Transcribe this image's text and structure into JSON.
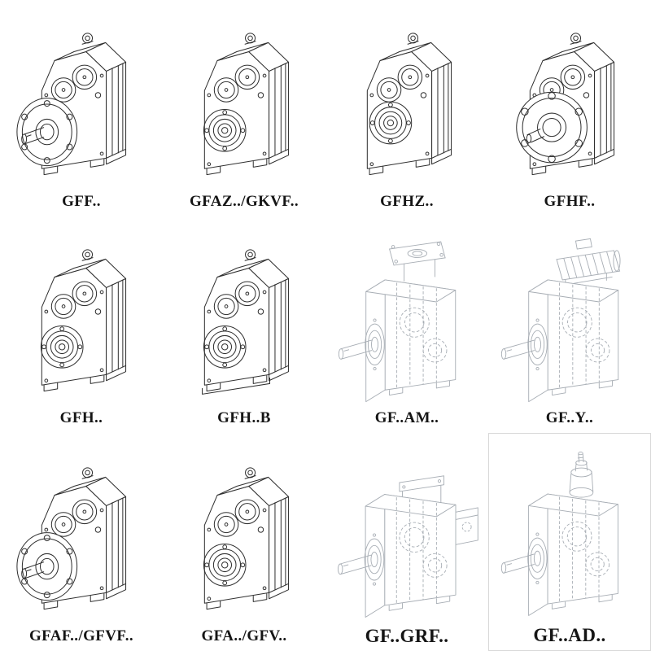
{
  "page": {
    "background": "#ffffff",
    "line_color": "#2f2f2f",
    "light_line_color": "#a7adb4"
  },
  "catalog": {
    "items": [
      {
        "label": "GFF..",
        "figure": "flange-output-gearbox-icon"
      },
      {
        "label": "GFAZ../GKVF..",
        "figure": "hollow-shaft-gearbox-icon"
      },
      {
        "label": "GFHZ..",
        "figure": "hollow-shaft-gearbox-icon"
      },
      {
        "label": "GFHF..",
        "figure": "front-flange-gearbox-icon"
      },
      {
        "label": "GFH..",
        "figure": "hollow-shaft-gearbox-icon"
      },
      {
        "label": "GFH..B",
        "figure": "hollow-shaft-foot-gearbox-icon"
      },
      {
        "label": "GF..AM..",
        "figure": "gearbox-iec-adapter-icon"
      },
      {
        "label": "GF..Y..",
        "figure": "gearbox-motor-icon"
      },
      {
        "label": "GFAF../GFVF..",
        "figure": "flange-output-gearbox-icon"
      },
      {
        "label": "GFA../GFV..",
        "figure": "hollow-shaft-gearbox-icon"
      },
      {
        "label": "GF..GRF..",
        "figure": "gearbox-flange-adapter-icon"
      },
      {
        "label": "GF..AD..",
        "figure": "gearbox-input-shaft-adapter-icon"
      }
    ]
  }
}
